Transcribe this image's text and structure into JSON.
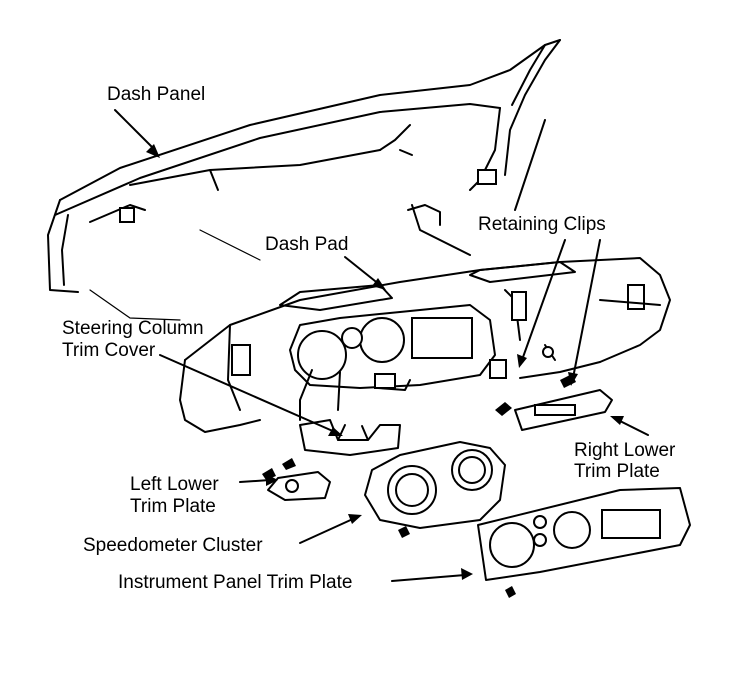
{
  "labels": {
    "dash_panel": "Dash Panel",
    "dash_pad": "Dash Pad",
    "retaining_clips": "Retaining Clips",
    "steering_column_line1": "Steering Column",
    "steering_column_line2": "Trim Cover",
    "right_lower_line1": "Right Lower",
    "right_lower_line2": "Trim Plate",
    "left_lower_line1": "Left Lower",
    "left_lower_line2": "Trim Plate",
    "speedometer_cluster": "Speedometer Cluster",
    "instrument_panel_trim_plate": "Instrument Panel Trim Plate"
  },
  "colors": {
    "ink": "#000000",
    "paper": "#ffffff"
  }
}
